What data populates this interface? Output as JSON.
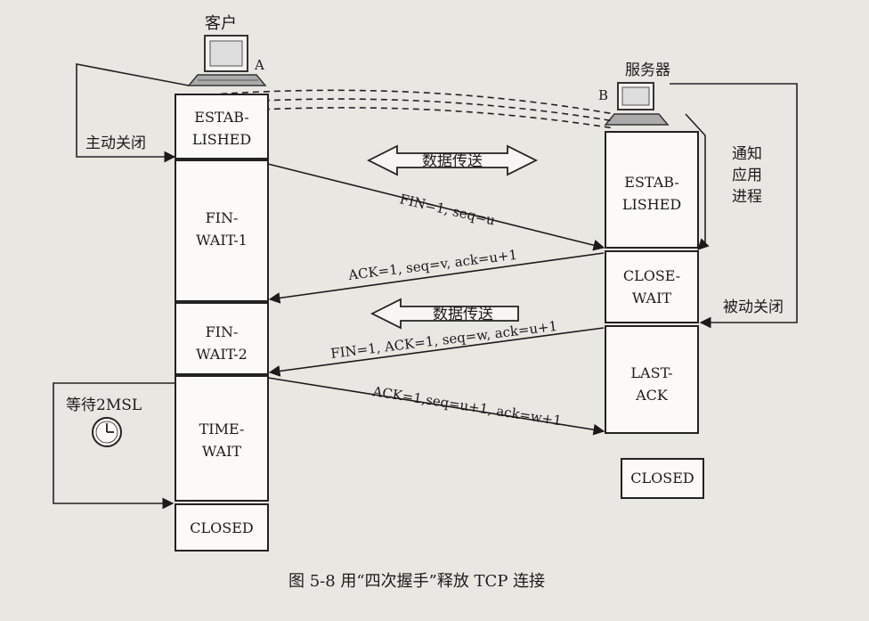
{
  "client": {
    "label": "客户",
    "letter": "A"
  },
  "server": {
    "label": "服务器",
    "letter": "B"
  },
  "left_states": {
    "established": [
      "ESTAB-",
      "LISHED"
    ],
    "fin_wait_1": [
      "FIN-",
      "WAIT-1"
    ],
    "fin_wait_2": [
      "FIN-",
      "WAIT-2"
    ],
    "time_wait": [
      "TIME-",
      "WAIT"
    ],
    "closed": "CLOSED"
  },
  "right_states": {
    "established": [
      "ESTAB-",
      "LISHED"
    ],
    "close_wait": [
      "CLOSE-",
      "WAIT"
    ],
    "last_ack": [
      "LAST-",
      "ACK"
    ],
    "closed": "CLOSED"
  },
  "side_labels": {
    "active_close": "主动关闭",
    "passive_close": "被动关闭",
    "notify_app": [
      "通知",
      "应用",
      "进程"
    ],
    "wait_2msl": "等待2MSL"
  },
  "data_transfer_label": "数据传送",
  "messages": {
    "m1": "FIN=1, seq=u",
    "m2": "ACK=1, seq=v, ack=u+1",
    "m3": "FIN=1, ACK=1, seq=w, ack=u+1",
    "m4": "ACK=1,seq=u+1, ack=w+1"
  },
  "caption": "图 5-8   用“四次握手”释放 TCP 连接",
  "icons": {
    "clock": "clock-icon",
    "computer": "computer-icon"
  }
}
